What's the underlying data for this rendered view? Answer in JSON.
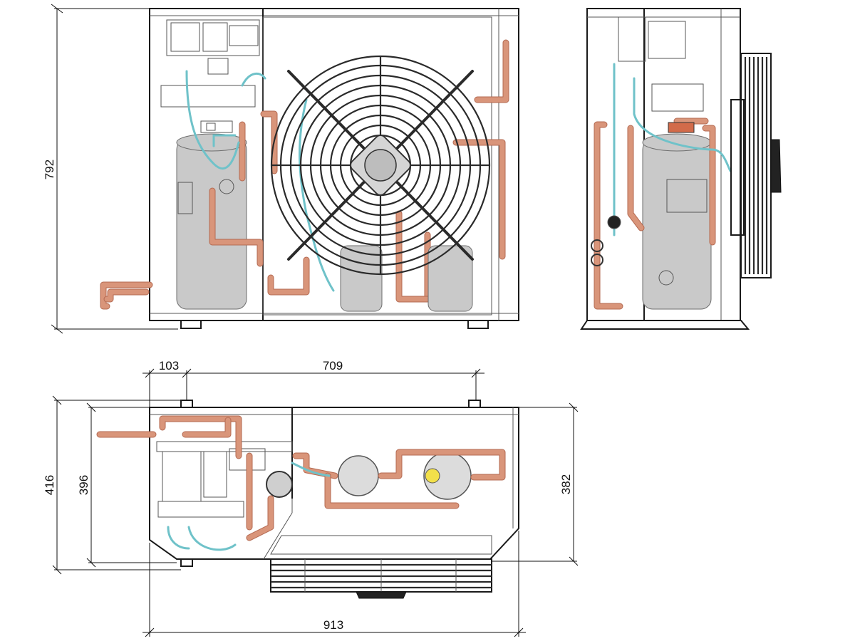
{
  "dimensions": {
    "height_front": "792",
    "offset_left": "103",
    "foot_spacing": "709",
    "depth_overall": "416",
    "depth_body": "396",
    "depth_right": "382",
    "width_overall": "913"
  },
  "colors": {
    "line": "#1a1a1a",
    "copper_pipe": "#d9957a",
    "cable": "#6fc2c9",
    "tank": "#c9c9c9",
    "valve": "#f2e04a"
  },
  "views": [
    "front-view",
    "side-view",
    "top-view"
  ]
}
